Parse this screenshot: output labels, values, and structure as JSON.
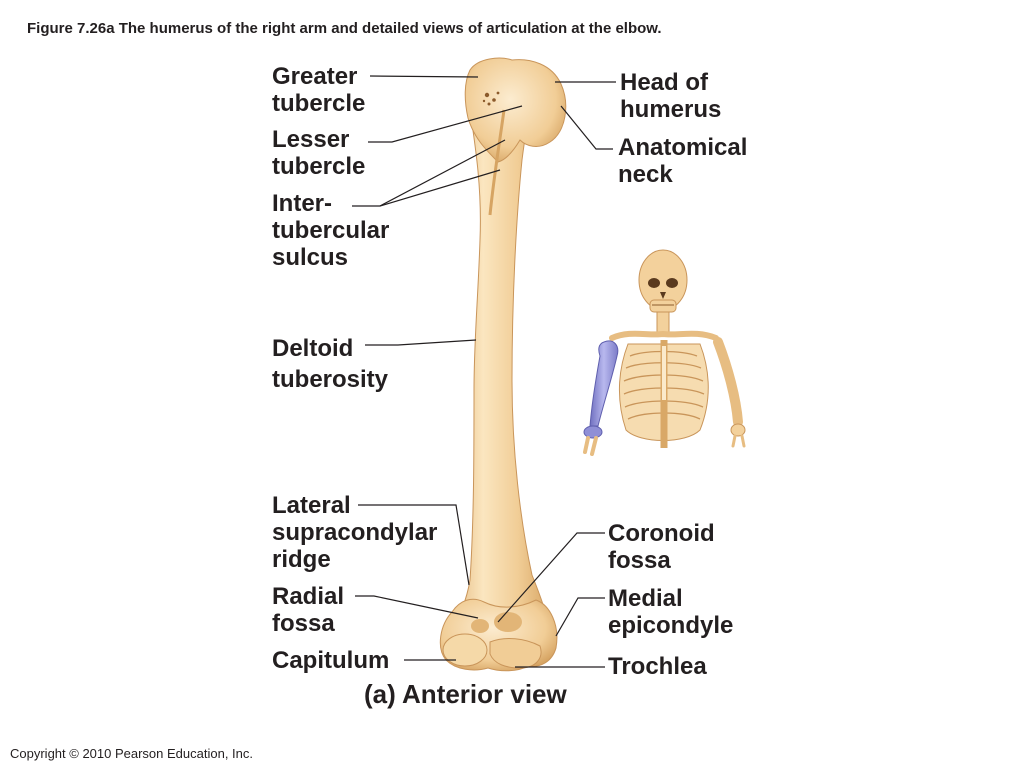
{
  "figure": {
    "caption": "Figure 7.26a  The humerus of the right arm and detailed views of articulation at the elbow.",
    "view_label": "(a) Anterior view",
    "copyright": "Copyright © 2010 Pearson Education, Inc."
  },
  "labels": {
    "greater_tubercle": "Greater\ntubercle",
    "lesser_tubercle": "Lesser\ntubercle",
    "intertubercular_sulcus": "Inter-\ntubercular\nsulcus",
    "deltoid_tuberosity": "Deltoid\ntuberosity",
    "lateral_supracondylar_ridge": "Lateral\nsupracondylar\nridge",
    "radial_fossa": "Radial\nfossa",
    "capitulum": "Capitulum",
    "head_of_humerus": "Head of\nhumerus",
    "anatomical_neck": "Anatomical\nneck",
    "coronoid_fossa": "Coronoid\nfossa",
    "medial_epicondyle": "Medial\nepicondyle",
    "trochlea": "Trochlea"
  },
  "colors": {
    "bone": "#f3d19c",
    "bone_shadow": "#d9a867",
    "bone_highlight": "#fbeacb",
    "highlighted_humerus": "#8f8fd6",
    "leader_line": "#231f20",
    "text": "#231f20"
  }
}
